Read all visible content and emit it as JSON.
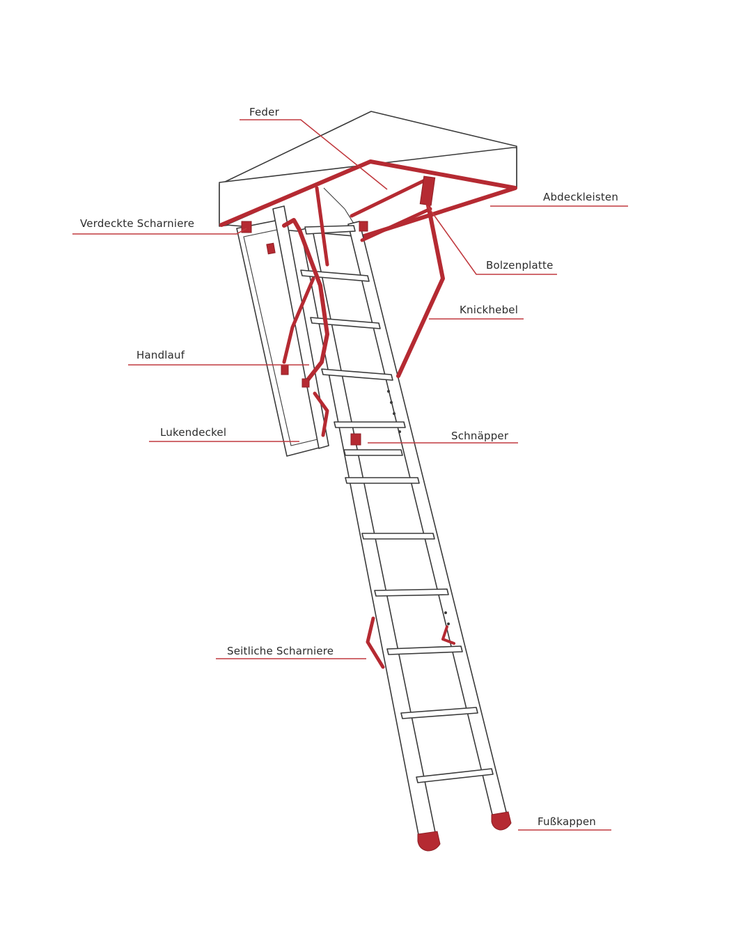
{
  "colors": {
    "accent": "#b52a32",
    "line": "#3a3a3a",
    "background": "#ffffff"
  },
  "labels": {
    "feder": "Feder",
    "abdeckleisten": "Abdeckleisten",
    "verdeckte_scharniere": "Verdeckte Scharniere",
    "bolzenplatte": "Bolzenplatte",
    "knickhebel": "Knickhebel",
    "handlauf": "Handlauf",
    "lukendeckel": "Lukendeckel",
    "schnaepper": "Schnäpper",
    "seitliche_scharniere": "Seitliche Scharniere",
    "fusskappen": "Fußkappen"
  }
}
